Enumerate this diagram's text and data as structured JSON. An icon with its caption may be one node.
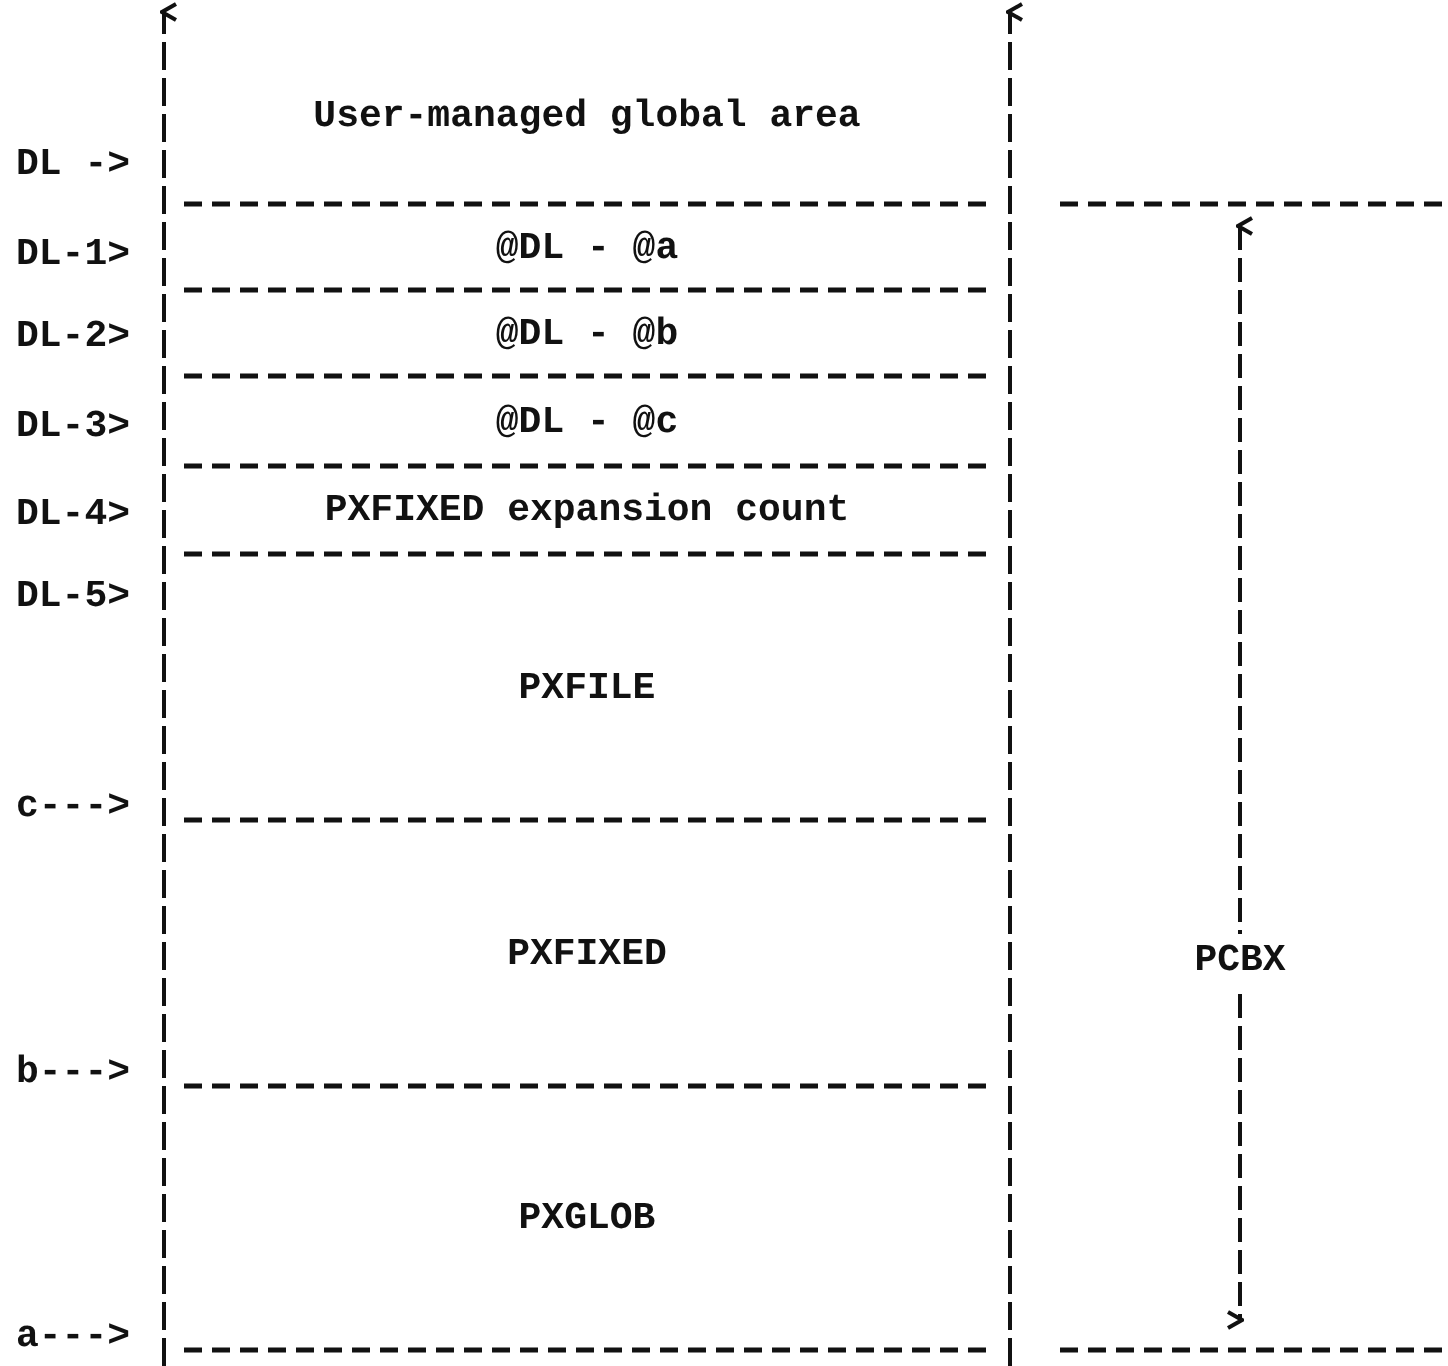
{
  "diagram": {
    "nodes": [
      {
        "text": [
          "User-managed global area"
        ]
      },
      {
        "text": [
          "@DL - @a"
        ]
      },
      {
        "text": [
          "@DL - @b"
        ]
      },
      {
        "text": [
          "@DL - @c"
        ]
      },
      {
        "text": [
          "PXFIXED expansion count"
        ]
      },
      {
        "text": [
          "PXFILE"
        ]
      },
      {
        "text": [
          "PXFIXED"
        ]
      },
      {
        "text": [
          "PXGLOB"
        ]
      }
    ],
    "labels": [
      "DL ->",
      "DL-1>",
      "DL-2>",
      "DL-3>",
      "DL-4>",
      "DL-5>",
      "c--->",
      "b--->",
      "a--->",
      "PCBX"
    ]
  }
}
